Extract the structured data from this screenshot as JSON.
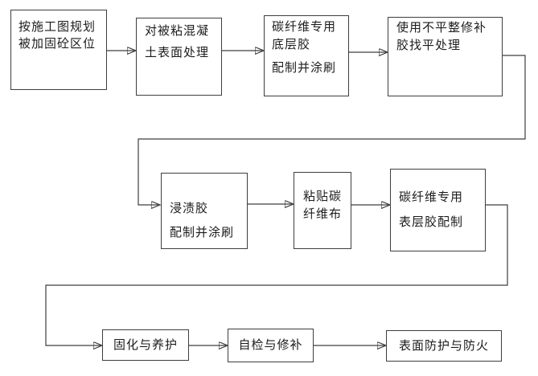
{
  "page": {
    "background": "#ffffff"
  },
  "colors": {
    "box_border": "#3e3e3e",
    "connector_line": "#3e3e3e",
    "arrowhead": "#111111",
    "text": "#1c1c1c"
  },
  "flowchart": {
    "type": "process-flowchart",
    "language": "zh-CN",
    "boxes": [
      {
        "id": 1,
        "name": "plan-location",
        "text": "按施工图规划\n被加固砼区位"
      },
      {
        "id": 2,
        "name": "surface-treatment",
        "text": "对被粘混凝\n土表面处理"
      },
      {
        "id": 3,
        "name": "primer-adhesive",
        "text": "碳纤维专用\n底层胶",
        "text2": "配制并涂刷"
      },
      {
        "id": 4,
        "name": "leveling-repair",
        "text": "使用不平整修补\n胶找平处理"
      },
      {
        "id": 5,
        "name": "impregnating-adhesive",
        "text": "浸渍胶",
        "text2": "配制并涂刷"
      },
      {
        "id": 6,
        "name": "paste-cfrp-sheet",
        "text": "粘贴碳\n纤维布"
      },
      {
        "id": 7,
        "name": "topcoat-adhesive",
        "text": "碳纤维专用",
        "text2": "表层胶配制"
      },
      {
        "id": 8,
        "name": "curing-maintenance",
        "text": "固化与养护"
      },
      {
        "id": 9,
        "name": "self-check-repair",
        "text": "自检与修补"
      },
      {
        "id": 10,
        "name": "surface-protection",
        "text": "表面防护与防火"
      }
    ],
    "connections": [
      {
        "from": 1,
        "to": 2
      },
      {
        "from": 2,
        "to": 3
      },
      {
        "from": 3,
        "to": 4
      },
      {
        "from": 4,
        "to": 5
      },
      {
        "from": 5,
        "to": 6
      },
      {
        "from": 6,
        "to": 7
      },
      {
        "from": 7,
        "to": 8
      },
      {
        "from": 8,
        "to": 9
      },
      {
        "from": 9,
        "to": 10
      }
    ]
  }
}
